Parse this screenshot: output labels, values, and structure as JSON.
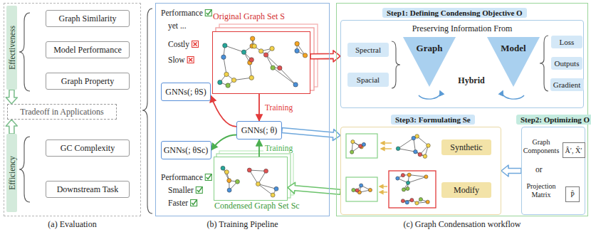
{
  "diagram": {
    "nodes": [
      {
        "text": [
          "(a) Evaluation"
        ]
      },
      {
        "text": [
          "Effectiveness"
        ],
        "in": 0
      },
      {
        "text": [
          "Graph Similarity"
        ],
        "in": 0
      },
      {
        "text": [
          "Model Performance"
        ],
        "in": 0
      },
      {
        "text": [
          "Graph Property"
        ],
        "in": 0
      },
      {
        "text": [
          "Tradeoff in Applications"
        ],
        "in": 0
      },
      {
        "text": [
          "Efficiency"
        ],
        "in": 0
      },
      {
        "text": [
          "GC Complexity"
        ],
        "in": 0
      },
      {
        "text": [
          "Downstream Task"
        ],
        "in": 0
      },
      {
        "text": [
          "(b) Training Pipeline"
        ]
      },
      {
        "text": [
          "Original Graph Set S"
        ],
        "in": 9
      },
      {
        "text": [
          "GNNs(; θS)"
        ],
        "in": 9
      },
      {
        "text": [
          "GNNs(; θ)"
        ],
        "in": 9
      },
      {
        "text": [
          "GNNs(; θSc)"
        ],
        "in": 9
      },
      {
        "text": [
          "Condensed Graph Set Sc"
        ],
        "in": 9
      },
      {
        "text": [
          "(c) Graph Condensation workflow"
        ]
      },
      {
        "text": [
          "Step1: Defining Condensing Objective O",
          "Preserving Information From"
        ],
        "in": 15
      },
      {
        "text": [
          "Spectral"
        ],
        "in": 16
      },
      {
        "text": [
          "Spacial"
        ],
        "in": 16
      },
      {
        "text": [
          "Graph"
        ],
        "in": 16
      },
      {
        "text": [
          "Hybrid"
        ],
        "in": 16
      },
      {
        "text": [
          "Model"
        ],
        "in": 16
      },
      {
        "text": [
          "Loss"
        ],
        "in": 16
      },
      {
        "text": [
          "Outputs"
        ],
        "in": 16
      },
      {
        "text": [
          "Gradient"
        ],
        "in": 16
      },
      {
        "text": [
          "Step3: Formulating Se"
        ],
        "in": 15
      },
      {
        "text": [
          "Synthetic"
        ],
        "in": 25
      },
      {
        "text": [
          "Modify"
        ],
        "in": 25
      },
      {
        "text": [
          "Step2: Optimizing O"
        ],
        "in": 15
      },
      {
        "text": [
          "Â′, X̂′"
        ],
        "in": 28
      },
      {
        "text": [
          "P̂"
        ],
        "in": 28
      }
    ],
    "edges": [
      {
        "from": 1,
        "to": 5,
        "arrow": "to"
      },
      {
        "from": 6,
        "to": 5,
        "arrow": "to"
      },
      {
        "from": 10,
        "to": 12,
        "arrow": "to",
        "label": "Training"
      },
      {
        "from": 12,
        "to": 11,
        "arrow": "to"
      },
      {
        "from": 14,
        "to": 12,
        "arrow": "to",
        "label": "Training"
      },
      {
        "from": 12,
        "to": 13,
        "arrow": "to"
      },
      {
        "from": 10,
        "to": 16,
        "arrow": "to"
      },
      {
        "from": 12,
        "to": 25,
        "arrow": "to"
      },
      {
        "from": 25,
        "to": 14,
        "arrow": "to"
      },
      {
        "from": 28,
        "to": 25,
        "arrow": "to"
      }
    ],
    "labels": [
      "Performance",
      "yet ...",
      "Costly",
      "Slow",
      "Performance",
      "Smaller",
      "Faster",
      "Graph Components",
      "or",
      "Projection Matrix"
    ]
  }
}
